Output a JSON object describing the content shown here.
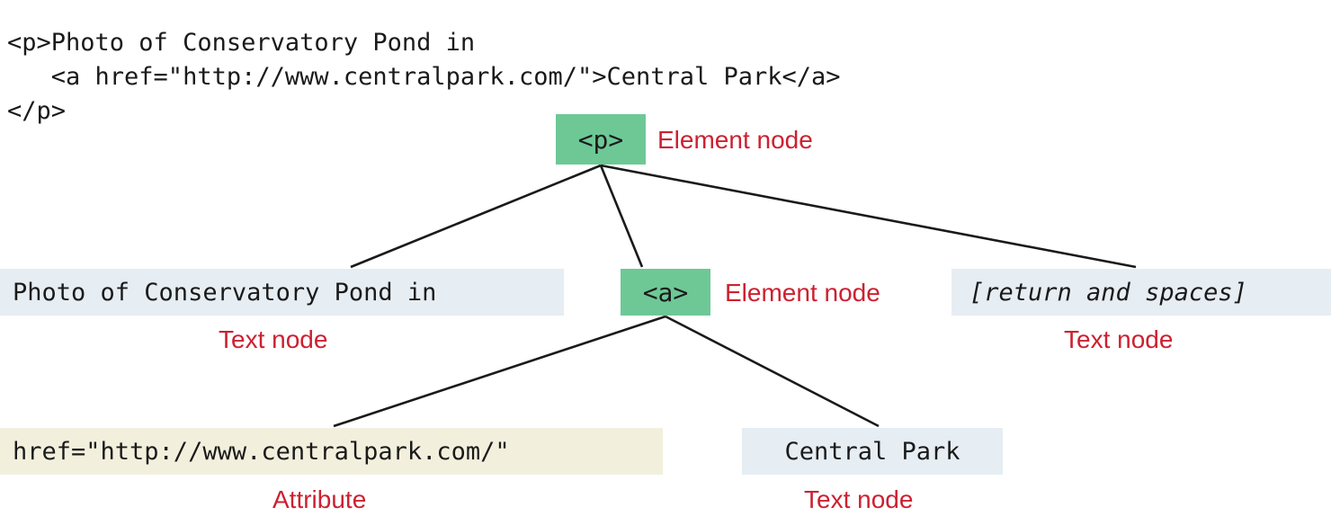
{
  "code": {
    "lines": [
      "<p>Photo of Conservatory Pond in",
      "   <a href=\"http://www.centralpark.com/\">Central Park</a>",
      "</p>"
    ],
    "full": "<p>Photo of Conservatory Pond in\n   <a href=\"http://www.centralpark.com/\">Central Park</a>\n</p>"
  },
  "tree": {
    "root": {
      "box_label": "<p>",
      "annotation": "Element node"
    },
    "children": [
      {
        "box_label": "Photo of Conservatory Pond in",
        "annotation": "Text node",
        "kind": "text"
      },
      {
        "box_label": "<a>",
        "annotation": "Element node",
        "kind": "element"
      },
      {
        "box_label": "[return and spaces]",
        "annotation": "Text node",
        "kind": "text"
      }
    ],
    "grandchildren": [
      {
        "box_label": "href=\"http://www.centralpark.com/\"",
        "annotation": "Attribute",
        "kind": "attribute"
      },
      {
        "box_label": "Central Park",
        "annotation": "Text node",
        "kind": "text"
      }
    ]
  },
  "colors": {
    "element_node": "#6ec896",
    "text_node": "#e6edf3",
    "attribute_node": "#f2f0dd",
    "annotation": "#cc2131",
    "edge": "#1a1a1a",
    "background": "#ffffff",
    "code_text": "#1a1a1a"
  }
}
